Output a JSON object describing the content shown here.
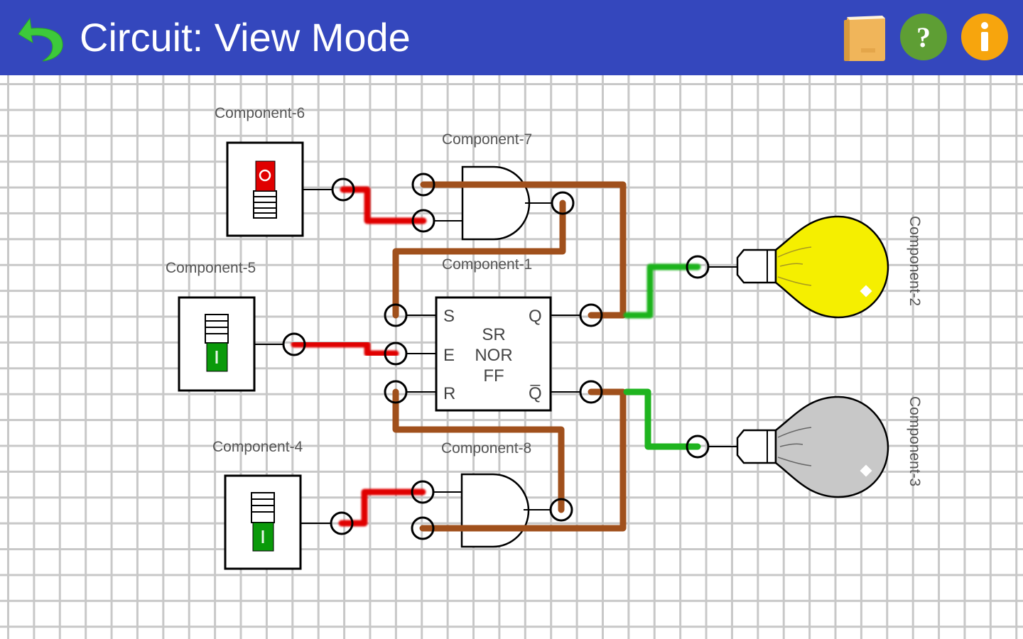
{
  "appbar": {
    "title": "Circuit: View Mode",
    "back_icon": "undo-arrow-icon",
    "buttons": [
      {
        "name": "book",
        "icon": "book-icon",
        "color": "#f0b55a"
      },
      {
        "name": "help",
        "icon": "question-icon",
        "label": "?",
        "color": "#5e9e34"
      },
      {
        "name": "info",
        "icon": "info-icon",
        "label": "i",
        "color": "#f7a50d"
      }
    ],
    "color": "#3447bd"
  },
  "components": {
    "c1": {
      "label": "Component-1",
      "type": "SR NOR Flip-Flop",
      "lines": [
        "SR",
        "NOR",
        "FF"
      ],
      "pins": {
        "s": "S",
        "e": "E",
        "r": "R",
        "q": "Q",
        "qbar": "Q̅"
      }
    },
    "c2": {
      "label": "Component-2",
      "type": "bulb",
      "state": "on"
    },
    "c3": {
      "label": "Component-3",
      "type": "bulb",
      "state": "off"
    },
    "c4": {
      "label": "Component-4",
      "type": "switch",
      "state": "on",
      "glyph": "I"
    },
    "c5": {
      "label": "Component-5",
      "type": "switch",
      "state": "on",
      "glyph": "I"
    },
    "c6": {
      "label": "Component-6",
      "type": "switch",
      "state": "off",
      "glyph": "O"
    },
    "c7": {
      "label": "Component-7",
      "type": "AND gate"
    },
    "c8": {
      "label": "Component-8",
      "type": "AND gate"
    }
  },
  "colors": {
    "wire_high": "#e00000",
    "wire_feedback": "#a0501c",
    "wire_output": "#1fb41f",
    "bulb_on": "#f5ef00",
    "bulb_off": "#c8c8c8",
    "switch_on": "#0a9a0a",
    "switch_off": "#e00000"
  }
}
